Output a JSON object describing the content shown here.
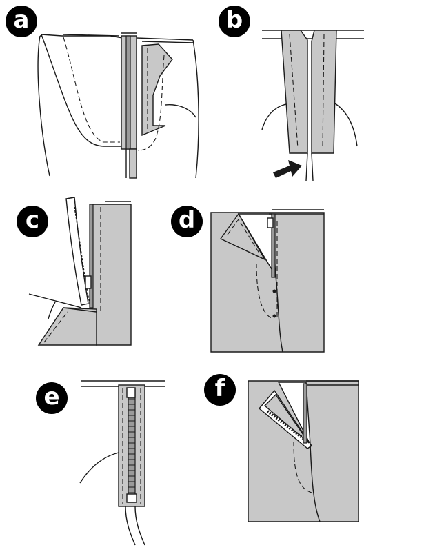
{
  "panels": [
    {
      "id": "a",
      "label": "a"
    },
    {
      "id": "b",
      "label": "b"
    },
    {
      "id": "c",
      "label": "c"
    },
    {
      "id": "d",
      "label": "d"
    },
    {
      "id": "e",
      "label": "e"
    },
    {
      "id": "f",
      "label": "f"
    }
  ],
  "colors": {
    "fabric": "#c8c8c8",
    "line": "#1a1a1a",
    "badge": "#000000",
    "badge_text": "#ffffff"
  }
}
